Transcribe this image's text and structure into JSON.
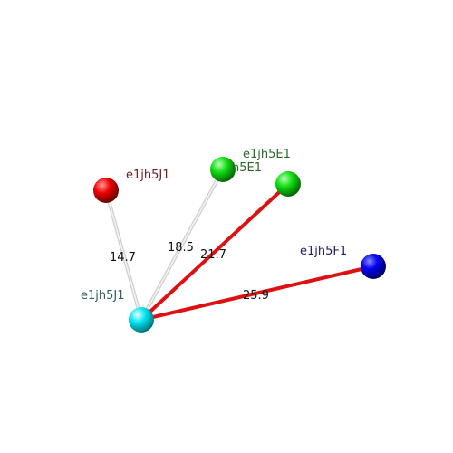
{
  "nodes": [
    {
      "id": "center",
      "label": "e1jh5J1",
      "color": "#00e5f0",
      "label_color": "#2f5f5f"
    },
    {
      "id": "red",
      "label": "e1jh5J1",
      "color": "#ee0000",
      "label_color": "#6b1f1f"
    },
    {
      "id": "green_a",
      "label": "h5E1",
      "color": "#11dd11",
      "label_color": "#2a6a2a"
    },
    {
      "id": "green_b",
      "label": "e1jh5E1",
      "color": "#11dd11",
      "label_color": "#2a6a2a"
    },
    {
      "id": "blue",
      "label": "e1jh5F1",
      "color": "#0000ee",
      "label_color": "#1e1e5e"
    }
  ],
  "edges": [
    {
      "from": "center",
      "to": "red",
      "label": "14.7",
      "color": "#cfcfcf"
    },
    {
      "from": "center",
      "to": "green_a",
      "label": "18.5",
      "color": "#cfcfcf"
    },
    {
      "from": "center",
      "to": "green_b",
      "label": "21.7",
      "color": "#dd1111"
    },
    {
      "from": "center",
      "to": "blue",
      "label": "25.9",
      "color": "#dd1111"
    }
  ]
}
